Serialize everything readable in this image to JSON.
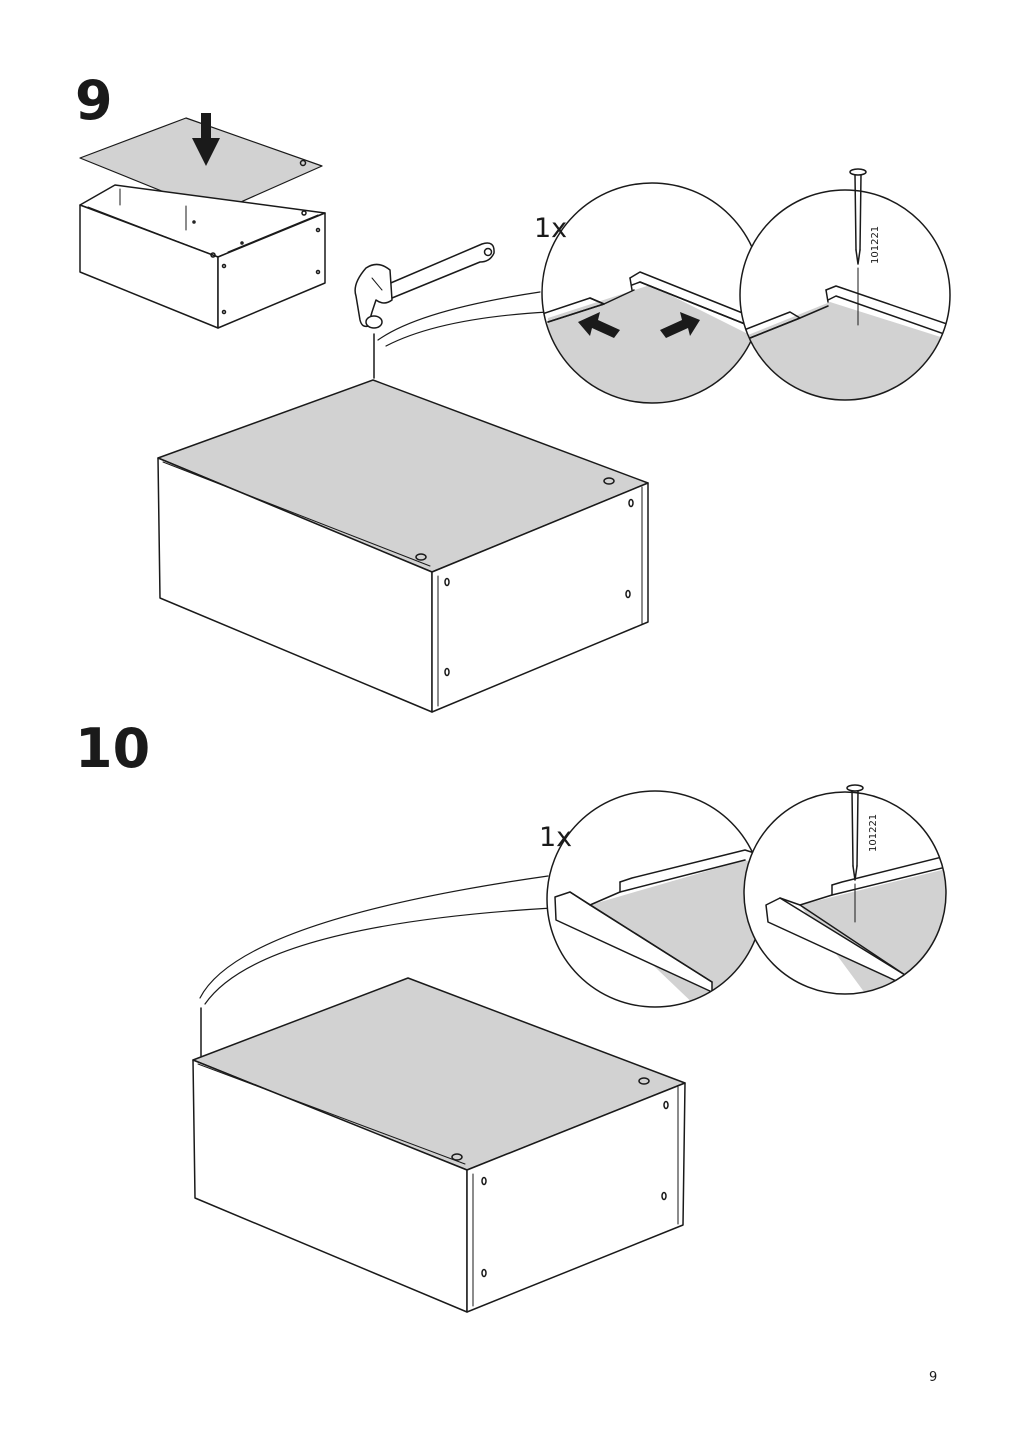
{
  "steps": [
    {
      "number": "9",
      "quantity": "1x",
      "part_number": "101221"
    },
    {
      "number": "10",
      "quantity": "1x",
      "part_number": "101221"
    }
  ],
  "page_number": "9",
  "colors": {
    "line": "#1a1a1a",
    "panel_fill": "#d2d2d2",
    "background": "#ffffff"
  },
  "icons": [
    "down-arrow-icon",
    "hammer-icon",
    "nail-icon",
    "push-arrow-icon"
  ]
}
